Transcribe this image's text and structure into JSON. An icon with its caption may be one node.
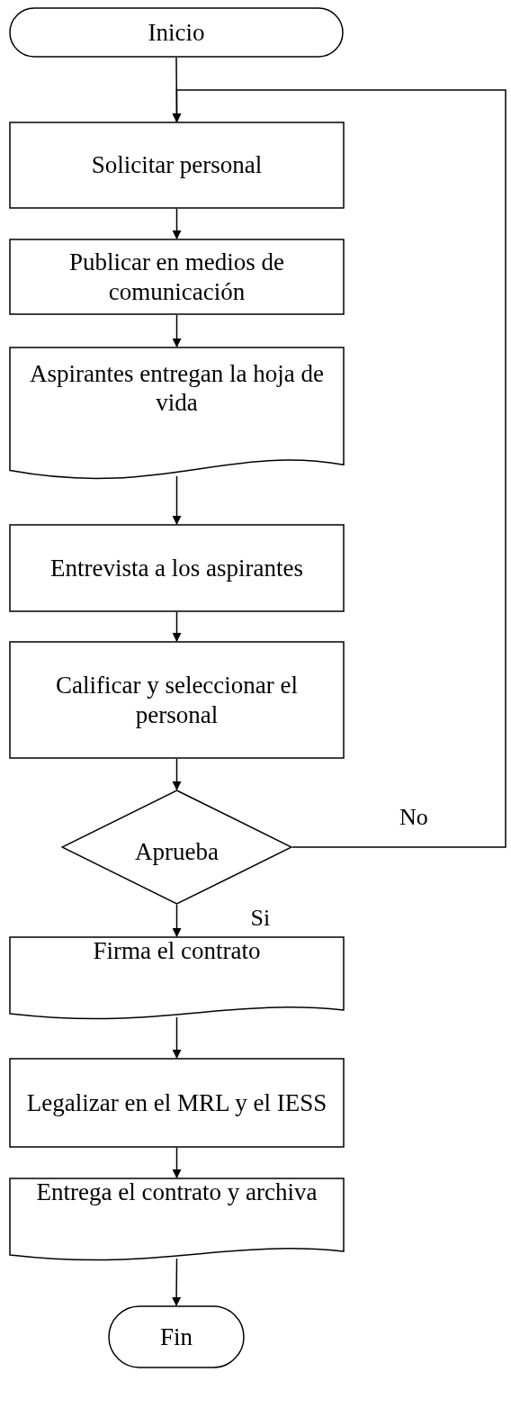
{
  "diagram": {
    "nodes": [
      {
        "text": [
          "Inicio"
        ]
      },
      {
        "text": [
          "Solicitar personal"
        ]
      },
      {
        "text": [
          "Publicar en medios de comunicación"
        ]
      },
      {
        "text": [
          "Aspirantes entregan la hoja de vida"
        ]
      },
      {
        "text": [
          "Entrevista a los aspirantes"
        ]
      },
      {
        "text": [
          "Calificar y seleccionar el personal"
        ]
      },
      {
        "text": [
          "Aprueba"
        ]
      },
      {
        "text": [
          "Firma el contrato"
        ]
      },
      {
        "text": [
          "Legalizar en el MRL y el IESS"
        ]
      },
      {
        "text": [
          "Entrega el contrato y archiva"
        ]
      },
      {
        "text": [
          "Fin"
        ]
      }
    ],
    "edges": [
      {
        "from": 0,
        "to": 1,
        "arrow": "to"
      },
      {
        "from": 1,
        "to": 2,
        "arrow": "to"
      },
      {
        "from": 2,
        "to": 3,
        "arrow": "to"
      },
      {
        "from": 3,
        "to": 4,
        "arrow": "to"
      },
      {
        "from": 4,
        "to": 5,
        "arrow": "to"
      },
      {
        "from": 5,
        "to": 6,
        "arrow": "to"
      },
      {
        "from": 6,
        "to": 7,
        "arrow": "to",
        "label": "Si"
      },
      {
        "from": 7,
        "to": 8,
        "arrow": "to"
      },
      {
        "from": 8,
        "to": 9,
        "arrow": "to"
      },
      {
        "from": 9,
        "to": 10,
        "arrow": "to"
      },
      {
        "from": 6,
        "to": 1,
        "arrow": "to",
        "label": "No"
      }
    ]
  }
}
